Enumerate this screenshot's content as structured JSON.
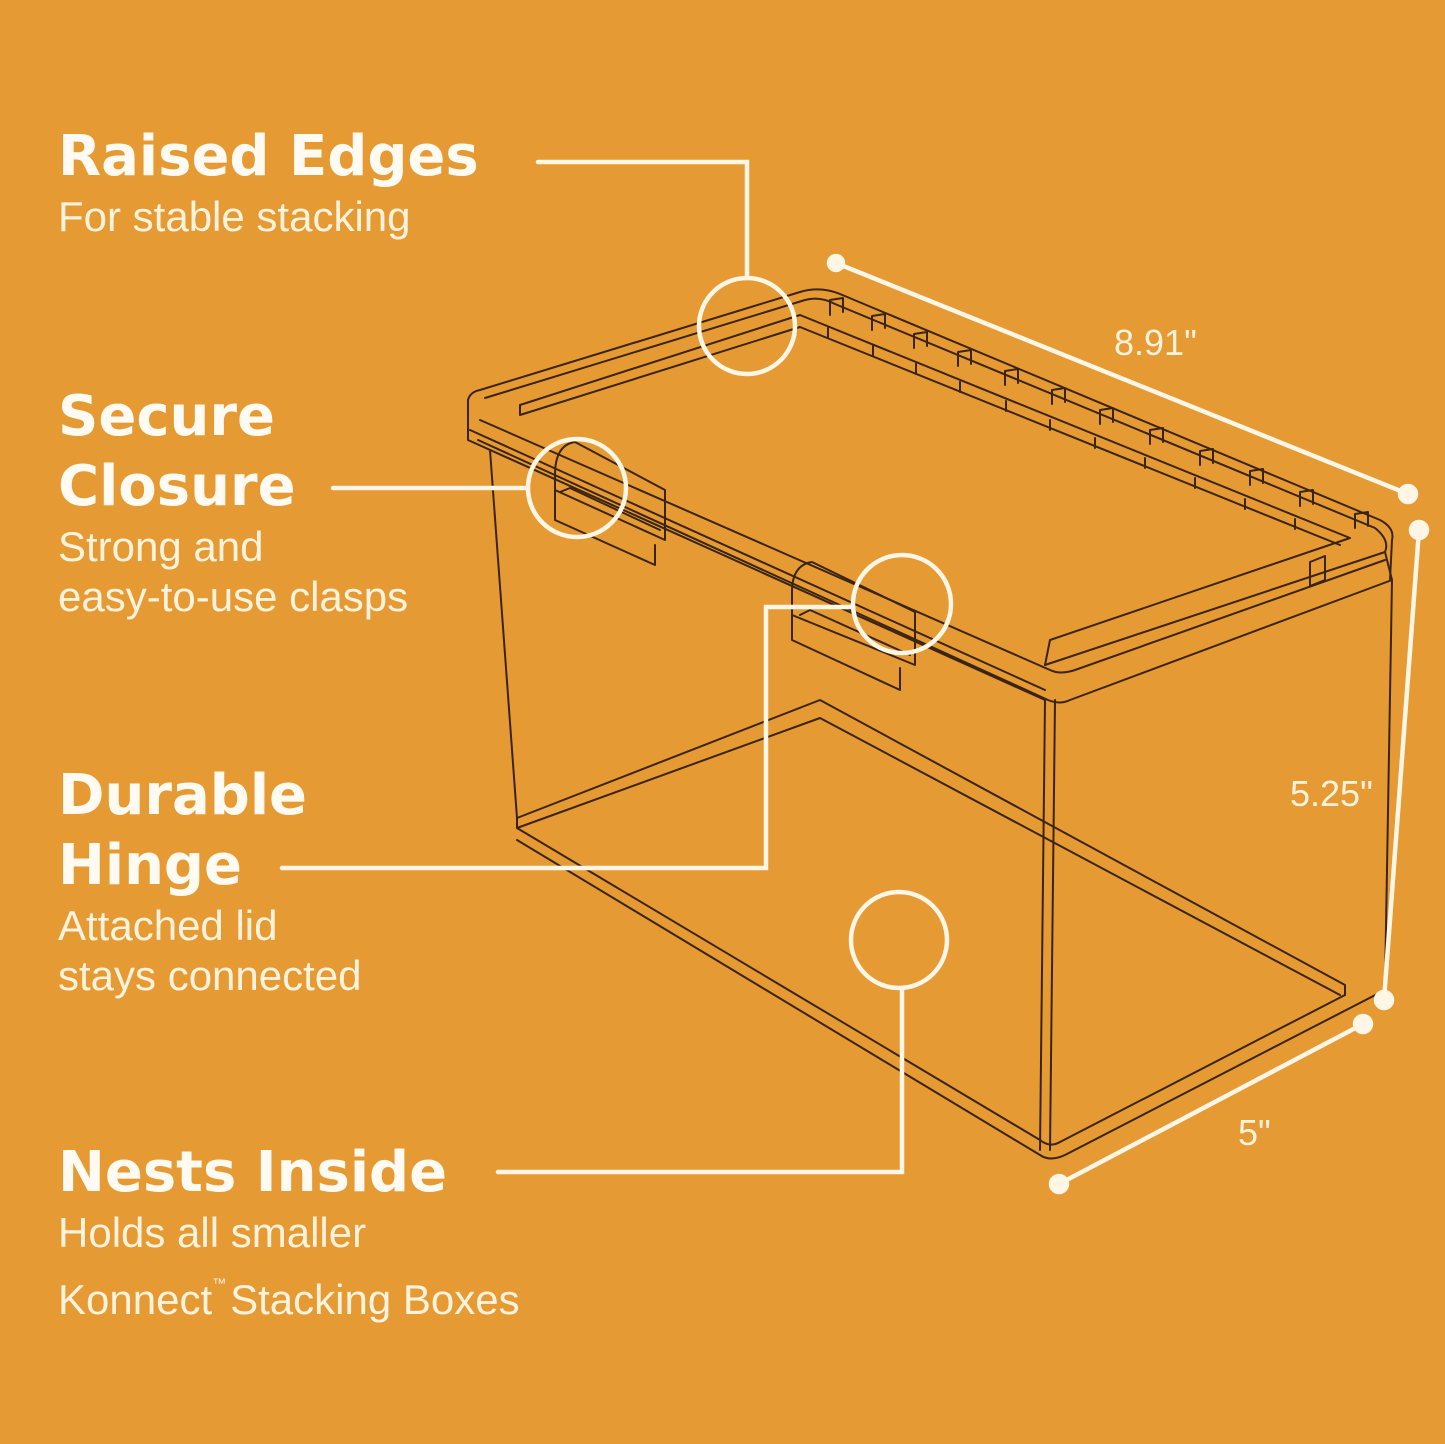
{
  "colors": {
    "background": "#E69A33",
    "text": "#FFFBF2",
    "callout_line": "#FFF6E6",
    "drawing_line": "#3A2410"
  },
  "features": [
    {
      "title_lines": [
        "Raised Edges"
      ],
      "description_lines": [
        "For stable stacking"
      ]
    },
    {
      "title_lines": [
        "Secure",
        "Closure"
      ],
      "description_lines": [
        "Strong and",
        "easy-to-use clasps"
      ]
    },
    {
      "title_lines": [
        "Durable",
        "Hinge"
      ],
      "description_lines": [
        "Attached lid",
        "stays connected"
      ]
    },
    {
      "title_lines": [
        "Nests Inside"
      ],
      "description_lines": [
        "Holds all smaller",
        "Konnect",
        "Stacking Boxes"
      ],
      "trademark": "™"
    }
  ],
  "dimensions": {
    "length": "8.91\"",
    "height": "5.25\"",
    "width": "5\""
  },
  "icons": [
    "callout-circle-icon",
    "dimension-line-icon"
  ]
}
